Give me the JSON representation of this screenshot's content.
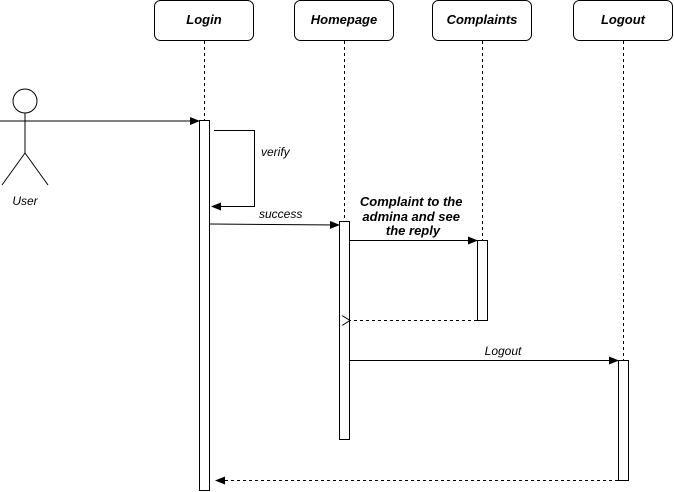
{
  "diagram": {
    "type": "sequence-diagram",
    "actor": {
      "label": "User"
    },
    "lifelines": [
      {
        "id": "login",
        "label": "Login"
      },
      {
        "id": "homepage",
        "label": "Homepage"
      },
      {
        "id": "complaints",
        "label": "Complaints"
      },
      {
        "id": "logout",
        "label": "Logout"
      }
    ],
    "messages": [
      {
        "from": "User",
        "to": "Login",
        "kind": "sync",
        "label": ""
      },
      {
        "from": "Login",
        "to": "Login",
        "kind": "self",
        "label": "verify"
      },
      {
        "from": "Login",
        "to": "Homepage",
        "kind": "sync",
        "label": "success"
      },
      {
        "from": "Homepage",
        "to": "Complaints",
        "kind": "sync",
        "label_lines": [
          "Complaint to the",
          "admina and see",
          "the reply"
        ]
      },
      {
        "from": "Complaints",
        "to": "Homepage",
        "kind": "return",
        "label": ""
      },
      {
        "from": "Homepage",
        "to": "Logout",
        "kind": "sync",
        "label": "Logout"
      },
      {
        "from": "Logout",
        "to": "Login",
        "kind": "return",
        "label": ""
      }
    ]
  }
}
